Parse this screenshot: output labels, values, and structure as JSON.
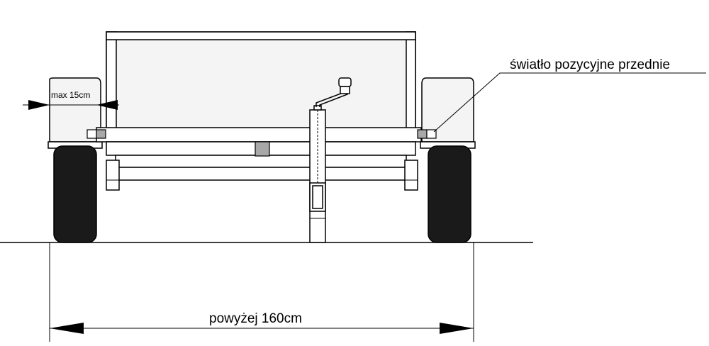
{
  "labels": {
    "position_light": "światło pozycyjne przednie",
    "max_offset": "max 15cm",
    "width": "powyżej 160cm"
  },
  "colors": {
    "line": "#000000",
    "panel_fill": "#f4f4f4",
    "tire": "#1a1a1a",
    "connector": "#a8a8a8"
  }
}
